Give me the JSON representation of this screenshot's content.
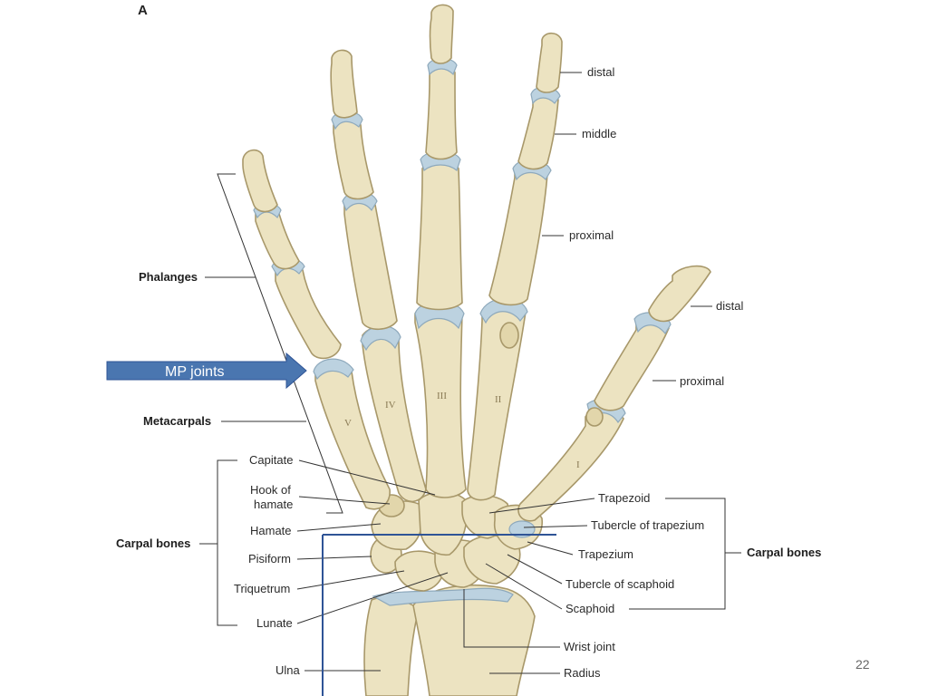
{
  "figure": {
    "letter": "A",
    "page_number": "22"
  },
  "finger_labels": {
    "distal": "distal",
    "middle": "middle",
    "proximal": "proximal",
    "thumb_distal": "distal",
    "thumb_proximal": "proximal"
  },
  "left_labels": {
    "phalanges": "Phalanges",
    "metacarpals": "Metacarpals",
    "carpal_bones": "Carpal bones",
    "capitate": "Capitate",
    "hook_of_hamate_1": "Hook of",
    "hook_of_hamate_2": "hamate",
    "hamate": "Hamate",
    "pisiform": "Pisiform",
    "triquetrum": "Triquetrum",
    "lunate": "Lunate",
    "ulna": "Ulna"
  },
  "right_labels": {
    "trapezoid": "Trapezoid",
    "tubercle_of_trapezium": "Tubercle of trapezium",
    "trapezium": "Trapezium",
    "tubercle_of_scaphoid": "Tubercle of scaphoid",
    "scaphoid": "Scaphoid",
    "wrist_joint": "Wrist joint",
    "radius": "Radius",
    "carpal_bones": "Carpal bones"
  },
  "metacarpal_numerals": [
    "V",
    "IV",
    "III",
    "II",
    "I"
  ],
  "annotation": {
    "arrow_label": "MP joints",
    "arrow_color": "#4a76b0",
    "line_color": "#2f5496"
  },
  "colors": {
    "bone": "#ece3c1",
    "cartilage": "#bcd2e0",
    "outline": "#a8986a"
  }
}
